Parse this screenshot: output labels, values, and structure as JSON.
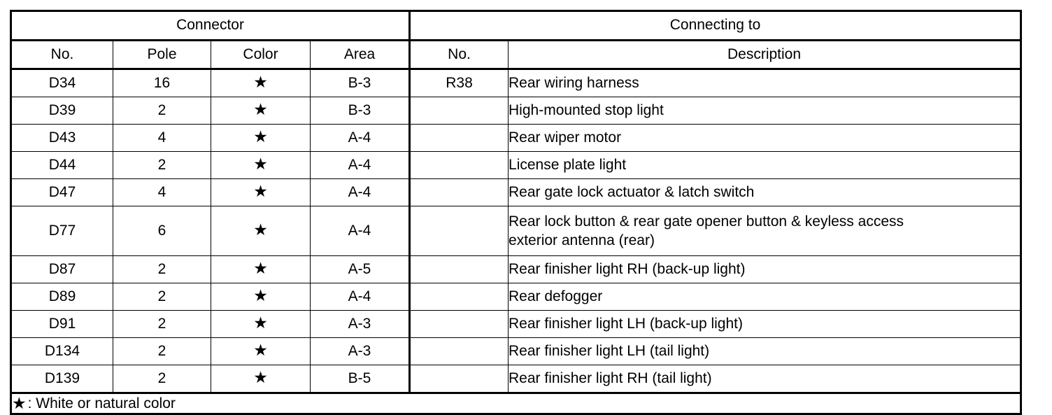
{
  "table": {
    "group_headers": [
      {
        "label": "Connector",
        "span": 4
      },
      {
        "label": "Connecting to",
        "span": 2
      }
    ],
    "column_headers": [
      "No.",
      "Pole",
      "Color",
      "Area",
      "No.",
      "Description"
    ],
    "color_symbol": "★",
    "rows": [
      {
        "no": "D34",
        "pole": "16",
        "color": "★",
        "area": "B-3",
        "to_no": "R38",
        "description": "Rear wiring harness"
      },
      {
        "no": "D39",
        "pole": "2",
        "color": "★",
        "area": "B-3",
        "to_no": "",
        "description": "High-mounted stop light"
      },
      {
        "no": "D43",
        "pole": "4",
        "color": "★",
        "area": "A-4",
        "to_no": "",
        "description": "Rear wiper motor"
      },
      {
        "no": "D44",
        "pole": "2",
        "color": "★",
        "area": "A-4",
        "to_no": "",
        "description": "License plate light"
      },
      {
        "no": "D47",
        "pole": "4",
        "color": "★",
        "area": "A-4",
        "to_no": "",
        "description": "Rear gate lock actuator & latch switch"
      },
      {
        "no": "D77",
        "pole": "6",
        "color": "★",
        "area": "A-4",
        "to_no": "",
        "description_line1": "Rear lock button & rear gate opener button & keyless access",
        "description_line2": "exterior antenna (rear)"
      },
      {
        "no": "D87",
        "pole": "2",
        "color": "★",
        "area": "A-5",
        "to_no": "",
        "description": "Rear finisher light RH (back-up light)"
      },
      {
        "no": "D89",
        "pole": "2",
        "color": "★",
        "area": "A-4",
        "to_no": "",
        "description": "Rear defogger"
      },
      {
        "no": "D91",
        "pole": "2",
        "color": "★",
        "area": "A-3",
        "to_no": "",
        "description": "Rear finisher light LH (back-up light)"
      },
      {
        "no": "D134",
        "pole": "2",
        "color": "★",
        "area": "A-3",
        "to_no": "",
        "description": "Rear finisher light LH (tail light)"
      },
      {
        "no": "D139",
        "pole": "2",
        "color": "★",
        "area": "B-5",
        "to_no": "",
        "description": "Rear finisher light RH (tail light)"
      }
    ],
    "note": {
      "symbol": "★",
      "text": ": White or natural color"
    }
  }
}
